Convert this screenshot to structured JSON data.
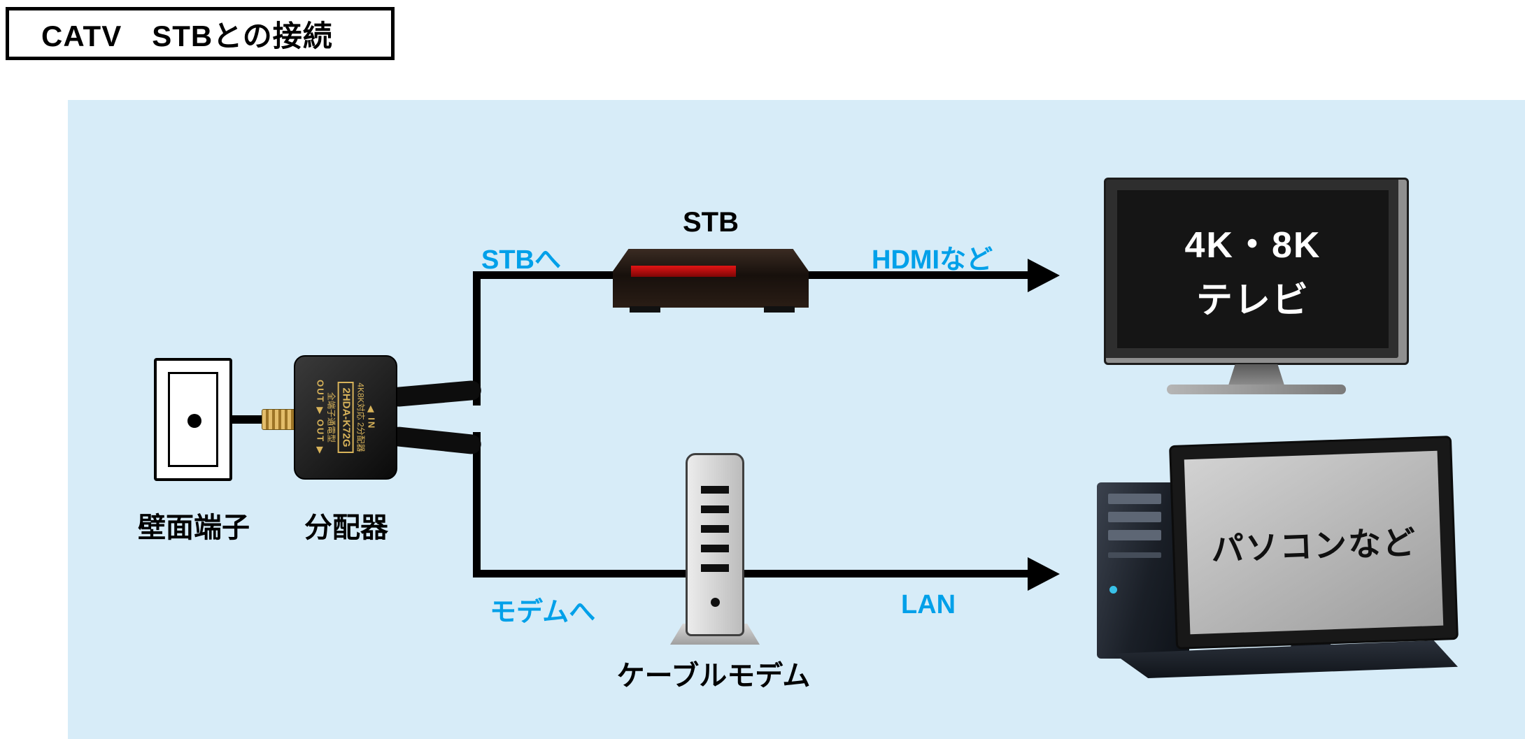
{
  "title": "CATV　STBとの接続",
  "labels": {
    "wall_terminal": "壁面端子",
    "splitter": "分配器",
    "to_stb": "STBへ",
    "stb": "STB",
    "hdmi": "HDMIなど",
    "to_modem": "モデムへ",
    "lan": "LAN",
    "cable_modem": "ケーブルモデム"
  },
  "tv": {
    "line1": "4K・8K",
    "line2": "テレビ"
  },
  "pc": {
    "screen": "パソコンなど"
  },
  "splitter_markings": {
    "in": "◀ IN",
    "type": "4K8K対応 2分配器",
    "model": "2HDA-K72G",
    "note": "全端子通電型",
    "out": "OUT ▶  OUT ▶"
  },
  "colors": {
    "panel_bg": "#d7ecf8",
    "accent_blue": "#00a0e9",
    "line": "#000000",
    "stb_indicator_red": "#c40000",
    "splitter_gold": "#d8b35a"
  }
}
